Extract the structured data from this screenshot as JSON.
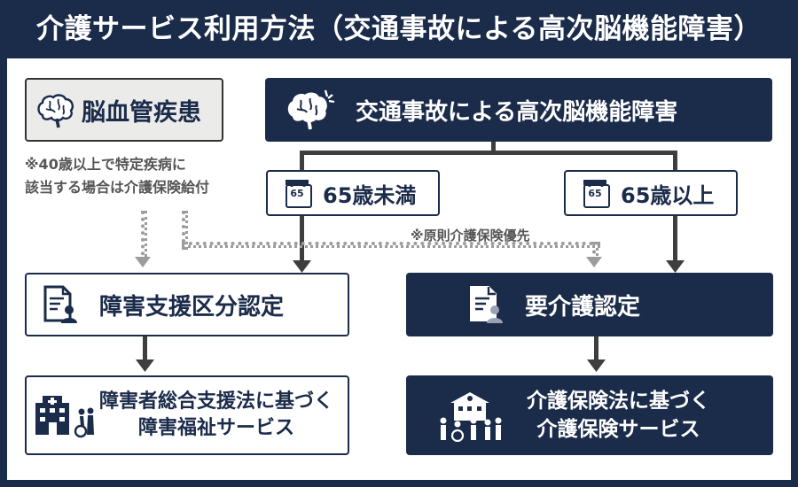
{
  "title": "介護サービス利用方法（交通事故による高次脳機能障害）",
  "boxes": {
    "cerebrovascular": "脳血管疾患",
    "traffic_accident": "交通事故による高次脳機能障害",
    "under65": "65歳未満",
    "over65": "65歳以上",
    "disability_classification": "障害支援区分認定",
    "care_certification": "要介護認定",
    "welfare_service_line1": "障害者総合支援法に基づく",
    "welfare_service_line2": "障害福祉サービス",
    "care_service_line1": "介護保険法に基づく",
    "care_service_line2": "介護保険サービス"
  },
  "notes": {
    "age40_line1": "※40歳以上で特定疾病に",
    "age40_line2": "該当する場合は介護保険給付",
    "principle": "※原則介護保険優先"
  },
  "calendar_label": "65",
  "icons": {
    "brain": "brain-icon",
    "brain_impact": "brain-impact-icon",
    "calendar": "calendar-icon",
    "document_person": "document-person-icon",
    "hospital": "hospital-icon",
    "caregivers": "caregivers-icon"
  },
  "colors": {
    "navy": "#1b2b4a",
    "white": "#ffffff",
    "gray_box": "#ebebea",
    "arrow": "#3e3e3e",
    "dotted": "#9c9c9c"
  }
}
